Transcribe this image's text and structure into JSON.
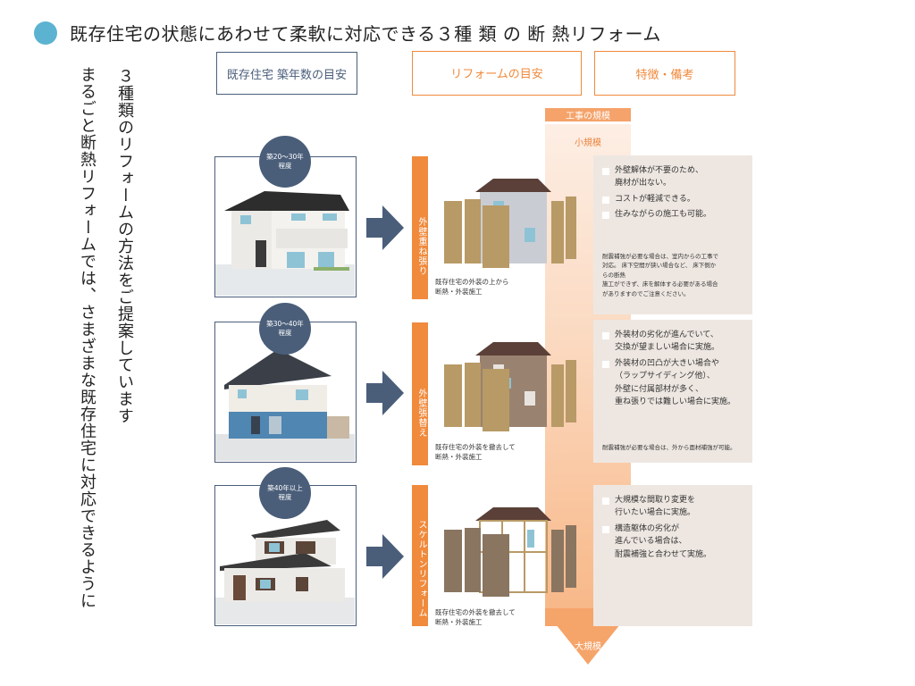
{
  "title": {
    "icon": "circle-bullet-icon",
    "text": "既存住宅の状態にあわせて柔軟に対応できる３種 類 の 断 熱リフォーム",
    "bullet_color": "#5cb3d1"
  },
  "intro": {
    "line1": "３種類のリフォームの方法をご提案しています",
    "line2": "まるごと断熱リフォームでは、さまざまな既存住宅に対応できるように"
  },
  "headers": {
    "age": "既存住宅 築年数の目安",
    "reform": "リフォームの目安",
    "notes": "特徴・備考"
  },
  "scale": {
    "title": "工事の規模",
    "small": "小規模",
    "large": "大規模"
  },
  "colors": {
    "navy": "#4a5e7a",
    "orange": "#f08a3c",
    "note_bg": "#eee7e1"
  },
  "rows": [
    {
      "badge_line1": "築20〜30年",
      "badge_line2": "程度",
      "house": "two-story-white-house",
      "method": "外壁重ね張り",
      "caption_line1": "既存住宅の外装の上から",
      "caption_line2": "断熱・外装施工",
      "notes": [
        {
          "line1": "外壁解体が不要のため、",
          "line2": "廃材が出ない。"
        },
        {
          "line1": "コストが軽減できる。",
          "line2": ""
        },
        {
          "line1": "住みながらの施工も可能。",
          "line2": ""
        }
      ],
      "remark": [
        "耐震補強が必要な場合は、室内からの工事で",
        "対応。 床下空間が狭い場合など、 床下側か",
        "らの断熱",
        "施工ができず、床を解体する必要がある場合",
        "がありますのでご注意ください。"
      ]
    },
    {
      "badge_line1": "築30〜40年",
      "badge_line2": "程度",
      "house": "two-story-blue-siding-house",
      "method": "外壁張替え",
      "caption_line1": "既存住宅の外装を撤去して",
      "caption_line2": "断熱・外装施工",
      "notes": [
        {
          "line1": "外装材の劣化が進んでいて、",
          "line2": "交換が望ましい場合に実施。"
        },
        {
          "line1": "外装材の凹凸が大きい場合や",
          "line2": "（ラップサイディング他）、",
          "line3": "外壁に付属部材が多く、",
          "line4": "重ね張りでは難しい場合に実施。"
        }
      ],
      "remark": [
        "耐震補強が必要な場合は、外から面材補強が可能。"
      ]
    },
    {
      "badge_line1": "築40年以上",
      "badge_line2": "程度",
      "house": "traditional-japanese-house",
      "method": "スケルトンリフォーム",
      "caption_line1": "既存住宅の外装を撤去して",
      "caption_line2": "断熱・外装施工",
      "notes": [
        {
          "line1": "大規模な間取り変更を",
          "line2": "行いたい場合に実施。"
        },
        {
          "line1": "構造躯体の劣化が",
          "line2": "進んでいる場合は、",
          "line3": "耐震補強と合わせて実施。"
        }
      ],
      "remark": []
    }
  ]
}
